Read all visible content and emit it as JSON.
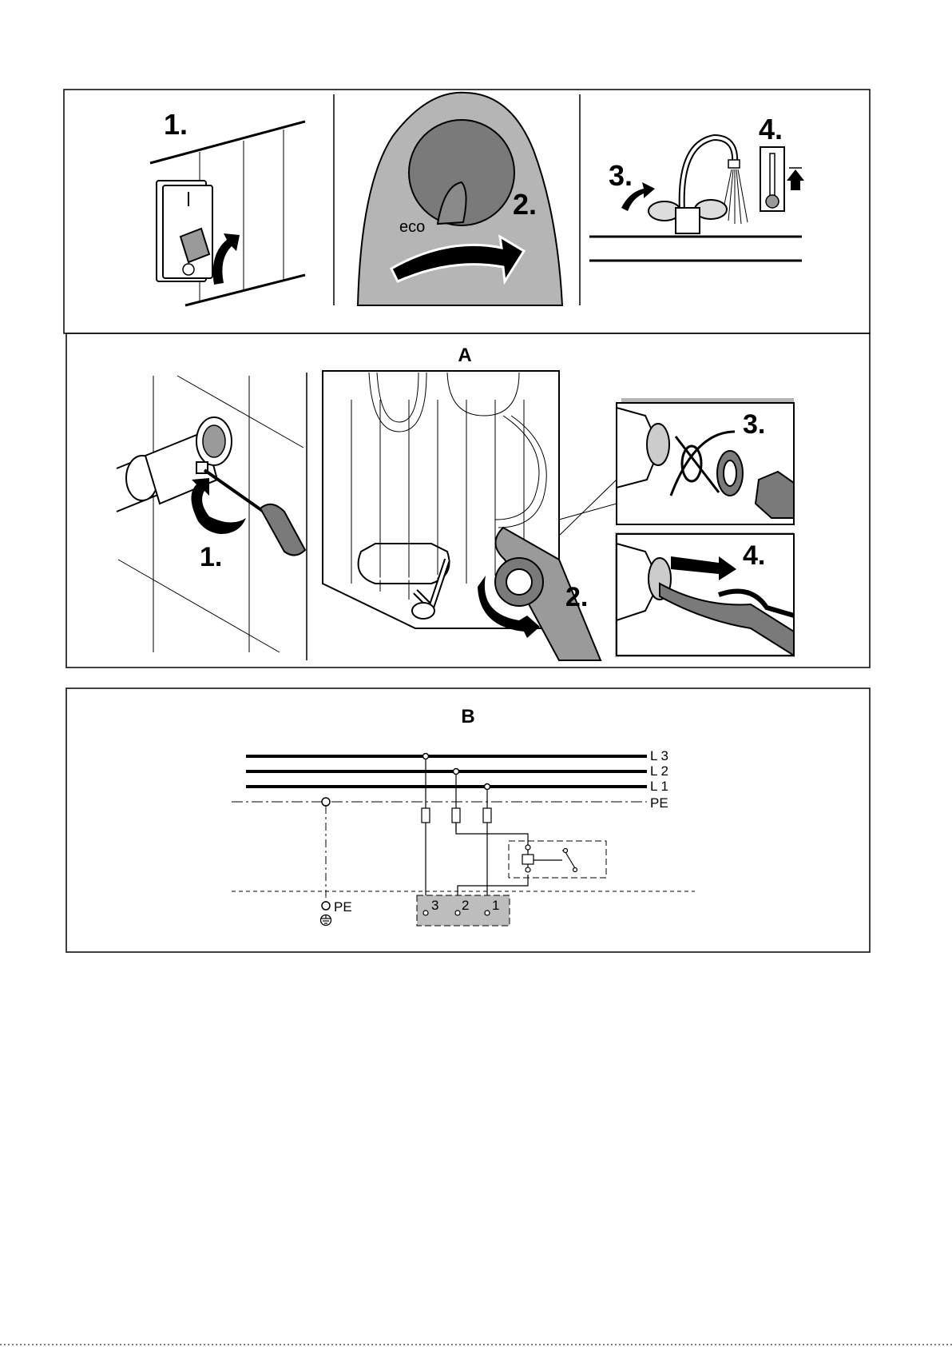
{
  "top_panel": {
    "step1": "1.",
    "step2": "2.",
    "step3": "3.",
    "step4": "4.",
    "eco": "eco",
    "switch_mark": "I"
  },
  "panel_a": {
    "title": "A",
    "step1": "1.",
    "step2": "2.",
    "step3": "3.",
    "step4": "4."
  },
  "panel_b": {
    "title": "B",
    "lines": [
      "L 3",
      "L 2",
      "L 1",
      "PE"
    ],
    "ground_label": "PE",
    "terminals": [
      "3",
      "2",
      "1"
    ]
  },
  "colors": {
    "gray_fill": "#b5b5b5",
    "dark_gray": "#7a7a7a",
    "terminal_fill": "#bdbdbd"
  }
}
